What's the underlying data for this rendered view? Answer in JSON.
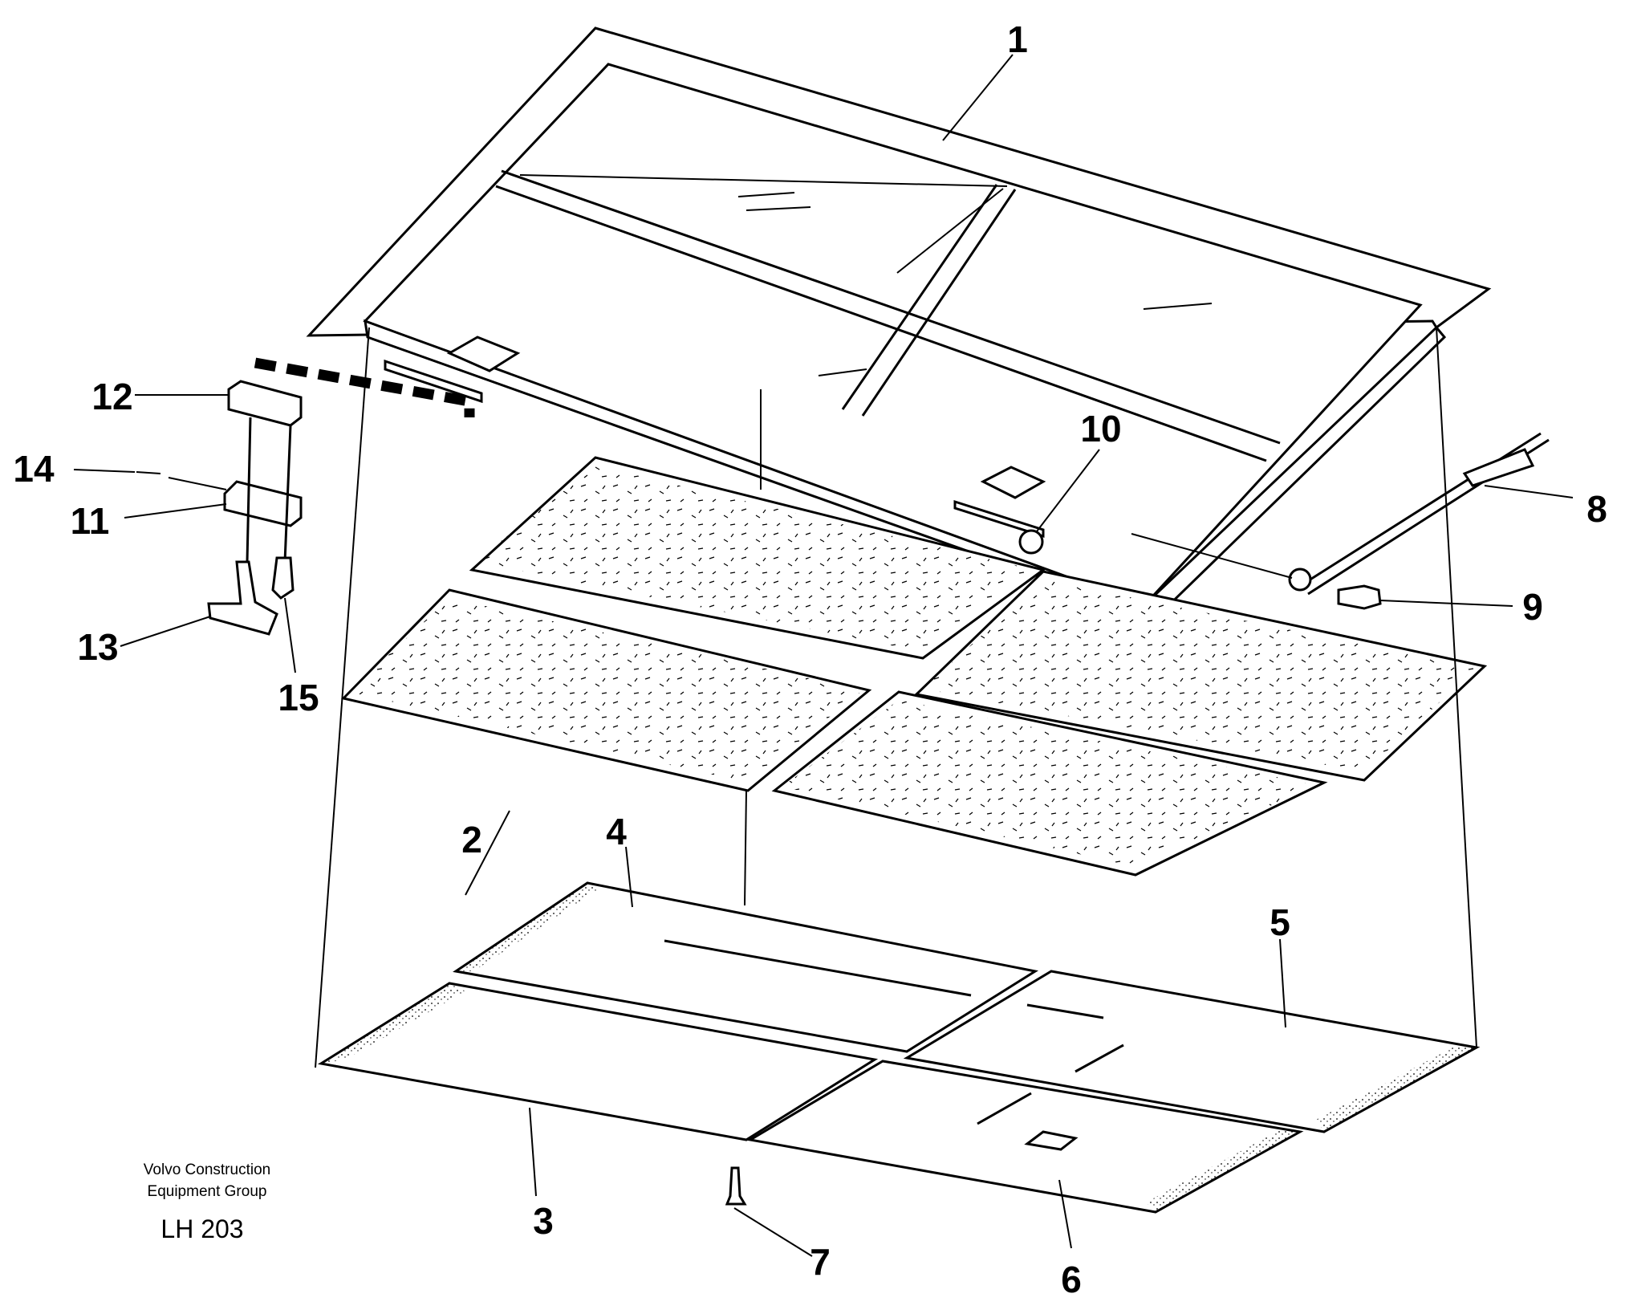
{
  "callouts": {
    "c1": "1",
    "c2": "2",
    "c3": "3",
    "c4": "4",
    "c5": "5",
    "c6": "6",
    "c7": "7",
    "c8": "8",
    "c9": "9",
    "c10": "10",
    "c11": "11",
    "c12": "12",
    "c13": "13",
    "c14": "14",
    "c15": "15"
  },
  "footer": {
    "company_line1": "Volvo Construction",
    "company_line2": "Equipment Group",
    "code": "LH 203"
  }
}
